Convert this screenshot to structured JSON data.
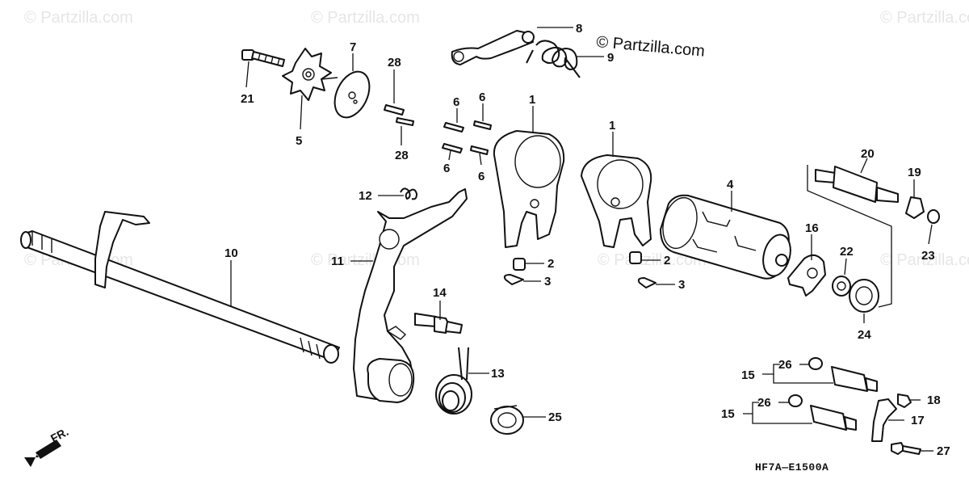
{
  "credit": "© Partzilla.com",
  "watermark": "© Partzilla.com",
  "diagram_code": "HF7A—E1500A",
  "front_label": "FR.",
  "callouts": {
    "c1a": "1",
    "c1b": "1",
    "c2a": "2",
    "c2b": "2",
    "c3a": "3",
    "c3b": "3",
    "c4": "4",
    "c5": "5",
    "c6a": "6",
    "c6b": "6",
    "c6c": "6",
    "c6d": "6",
    "c7": "7",
    "c8": "8",
    "c9": "9",
    "c10": "10",
    "c11": "11",
    "c12": "12",
    "c13": "13",
    "c14": "14",
    "c15a": "15",
    "c15b": "15",
    "c16": "16",
    "c17": "17",
    "c18": "18",
    "c19": "19",
    "c20": "20",
    "c21": "21",
    "c22": "22",
    "c23": "23",
    "c24": "24",
    "c25": "25",
    "c26a": "26",
    "c26b": "26",
    "c27": "27",
    "c28a": "28",
    "c28b": "28"
  }
}
